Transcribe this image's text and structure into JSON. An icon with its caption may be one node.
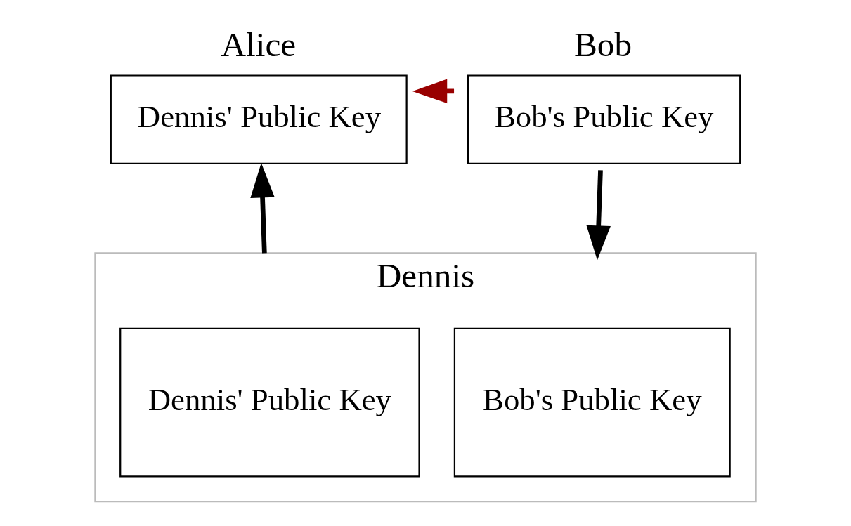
{
  "diagram": {
    "nodes": [
      {
        "text": [
          "Alice",
          "Dennis' Public Key"
        ]
      },
      {
        "text": [
          "Bob",
          "Bob's Public Key"
        ]
      },
      {
        "text": [
          "Dennis"
        ]
      },
      {
        "text": [
          "Dennis' Public Key"
        ],
        "in": 2
      },
      {
        "text": [
          "Bob's Public Key"
        ],
        "in": 2
      }
    ],
    "edges": [
      {
        "from": 1,
        "to": 0,
        "arrow": "to",
        "color": "#990000"
      },
      {
        "from": 1,
        "to": 2,
        "arrow": "to"
      },
      {
        "from": 2,
        "to": 0,
        "arrow": "to"
      }
    ]
  }
}
